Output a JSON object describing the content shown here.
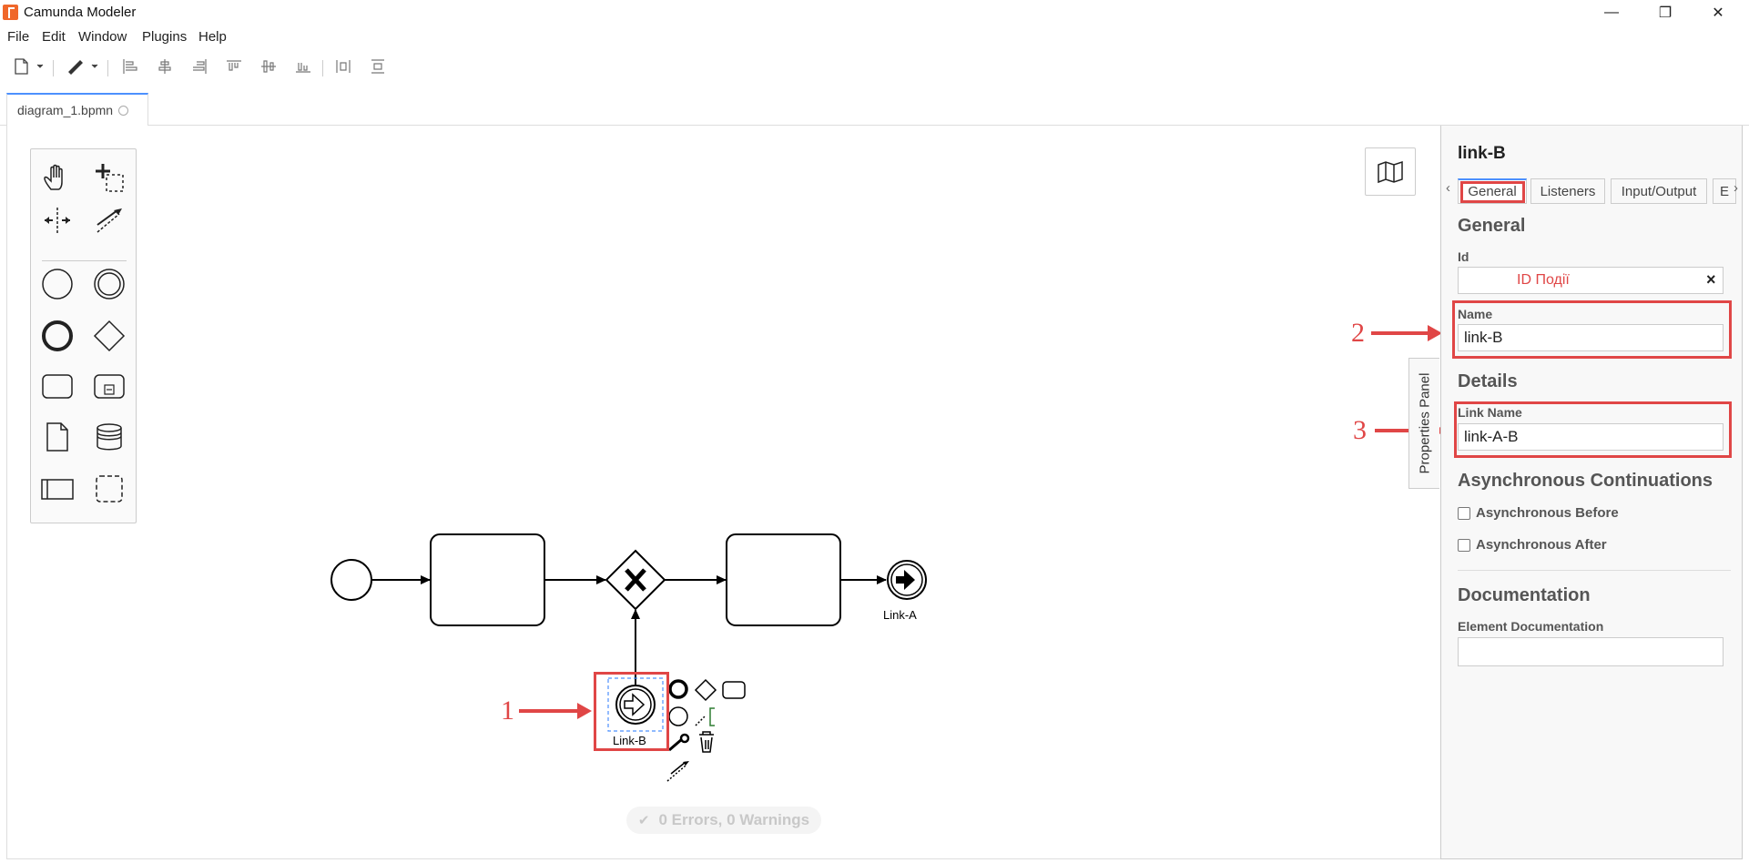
{
  "window": {
    "title": "Camunda Modeler",
    "minimize": "—",
    "restore": "❐",
    "close": "✕"
  },
  "menu": [
    "File",
    "Edit",
    "Window",
    "Plugins",
    "Help"
  ],
  "tab": {
    "label": "diagram_1.bpmn"
  },
  "diagram": {
    "end_event_label": "Link-A",
    "selected_event_label": "Link-B"
  },
  "annotations": {
    "one": "1",
    "two": "2",
    "three": "3"
  },
  "status": {
    "text": "0 Errors, 0 Warnings"
  },
  "properties_toggle": "Properties Panel",
  "properties": {
    "title": "link-B",
    "tabs": [
      "General",
      "Listeners",
      "Input/Output",
      "E"
    ],
    "general_heading": "General",
    "id_label": "Id",
    "id_value": "ID Події",
    "id_clear": "×",
    "name_label": "Name",
    "name_value": "link-B",
    "details_heading": "Details",
    "link_name_label": "Link Name",
    "link_name_value": "link-A-B",
    "async_heading": "Asynchronous Continuations",
    "async_before": "Asynchronous Before",
    "async_after": "Asynchronous After",
    "documentation_heading": "Documentation",
    "element_doc_label": "Element Documentation"
  },
  "colors": {
    "annotation": "#e04646",
    "accent": "#4d90fe",
    "logo": "#f0672a"
  }
}
